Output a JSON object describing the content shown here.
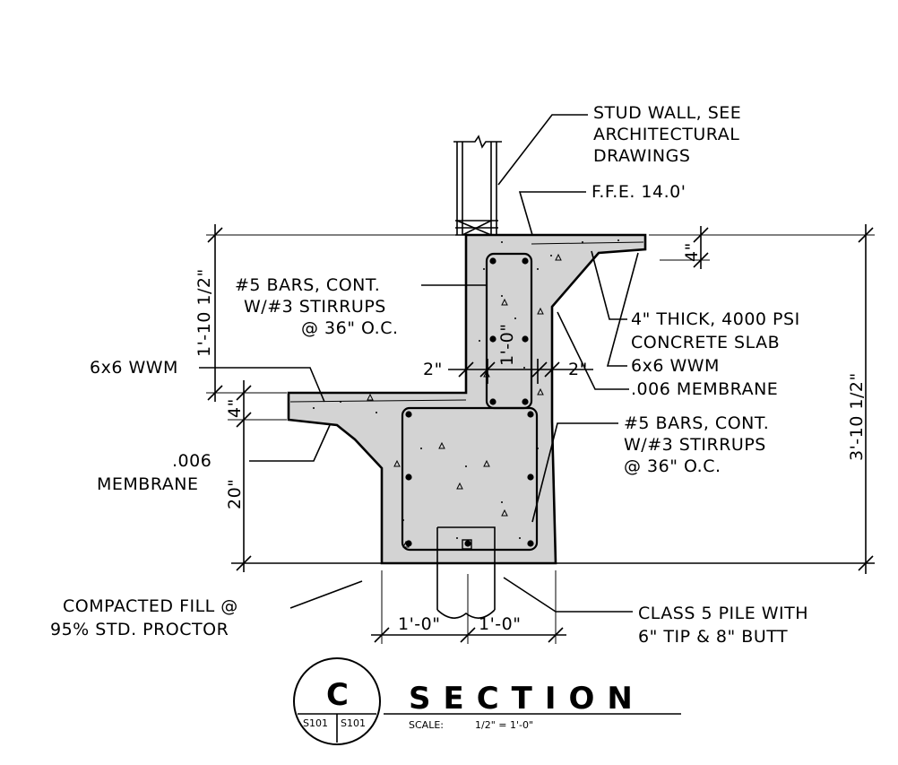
{
  "callouts": {
    "stud_wall": [
      "STUD WALL, SEE",
      "ARCHITECTURAL",
      "DRAWINGS"
    ],
    "ffe": "F.F.E. 14.0'",
    "bars_upper": [
      "#5 BARS, CONT.",
      "W/#3 STIRRUPS",
      "@ 36\" O.C."
    ],
    "slab": [
      "4\" THICK, 4000 PSI",
      "CONCRETE SLAB"
    ],
    "wwm_right": "6x6 WWM",
    "membrane_right": ".006 MEMBRANE",
    "bars_lower": [
      "#5 BARS, CONT.",
      "W/#3 STIRRUPS",
      "@ 36\" O.C."
    ],
    "wwm_left": "6x6 WWM",
    "membrane_left": [
      ".006",
      "MEMBRANE"
    ],
    "fill": [
      "COMPACTED FILL @",
      "95% STD. PROCTOR"
    ],
    "pile": [
      "CLASS 5 PILE WITH",
      "6\" TIP & 8\" BUTT"
    ]
  },
  "dimensions": {
    "upper_height": "1'-10 1/2\"",
    "total_height": "3'-10 1/2\"",
    "slab_right": "4\"",
    "slab_left": "4\"",
    "footing_depth": "20\"",
    "wall_width": "1'-0\"",
    "cover_left": "2\"",
    "cover_right": "2\"",
    "pile_left": "1'-0\"",
    "pile_right": "1'-0\""
  },
  "title_block": {
    "detail_id": "C",
    "sheet_left": "S101",
    "sheet_right": "S101",
    "title": "SECTION",
    "scale_label": "SCALE:",
    "scale_value": "1/2\" = 1'-0\""
  }
}
